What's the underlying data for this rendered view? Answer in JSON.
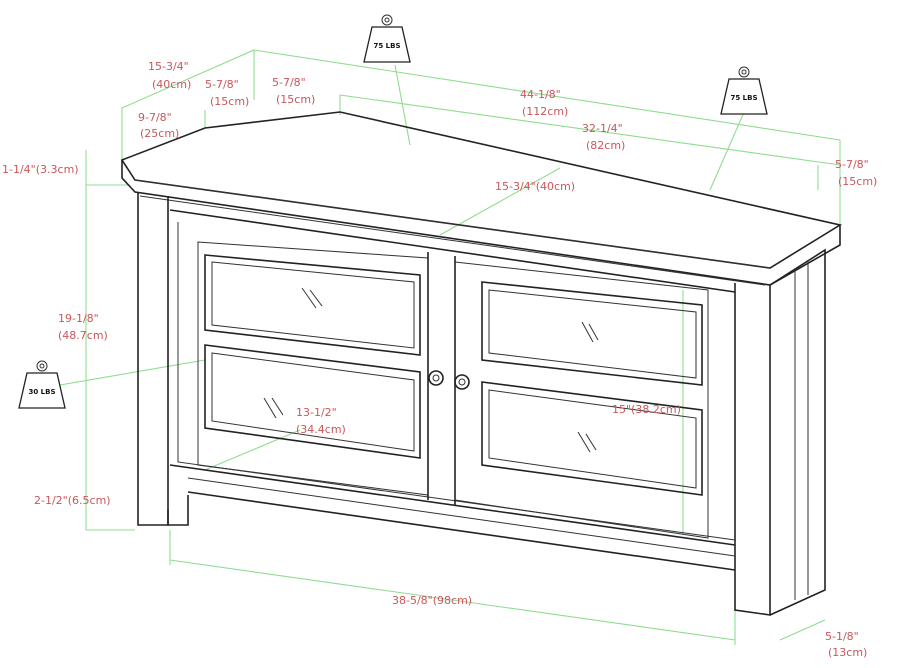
{
  "weights": {
    "top_left": "75 LBS",
    "top_right": "75 LBS",
    "shelf": "30 LBS"
  },
  "dimensions": {
    "side_depth": {
      "in": "15-3/4\"",
      "cm": "(40cm)"
    },
    "side_top_depth": {
      "in": "5-7/8\"",
      "cm": "(15cm)"
    },
    "back_depth": {
      "in": "5-7/8\"",
      "cm": "(15cm)"
    },
    "side_width": {
      "in": "9-7/8\"",
      "cm": "(25cm)"
    },
    "top_thickness": "1-1/4\"(3.3cm)",
    "total_width": {
      "in": "44-1/8\"",
      "cm": "(112cm)"
    },
    "back_width": {
      "in": "32-1/4\"",
      "cm": "(82cm)"
    },
    "right_depth": {
      "in": "5-7/8\"",
      "cm": "(15cm)"
    },
    "center_depth": "15-3/4\"(40cm)",
    "height": {
      "in": "19-1/8\"",
      "cm": "(48.7cm)"
    },
    "door_width": {
      "in": "13-1/2\"",
      "cm": "(34.4cm)"
    },
    "door_height": "15\"(38.2cm)",
    "leg_height": "2-1/2\"(6.5cm)",
    "front_width": "38-5/8\"(98cm)",
    "leg_depth": {
      "in": "5-1/8\"",
      "cm": "(13cm)"
    }
  }
}
